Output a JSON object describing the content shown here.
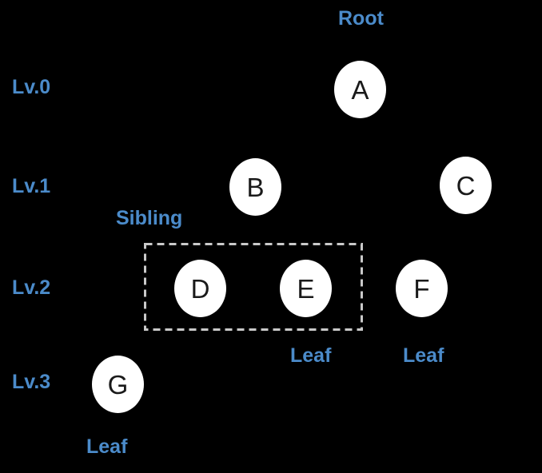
{
  "diagram": {
    "type": "tree",
    "root_label": "Root",
    "sibling_label": "Sibling",
    "levels": [
      {
        "label": "Lv.0"
      },
      {
        "label": "Lv.1"
      },
      {
        "label": "Lv.2"
      },
      {
        "label": "Lv.3"
      }
    ],
    "nodes": [
      {
        "id": "A",
        "label": "A",
        "level": "Lv.0"
      },
      {
        "id": "B",
        "label": "B",
        "level": "Lv.1"
      },
      {
        "id": "C",
        "label": "C",
        "level": "Lv.1"
      },
      {
        "id": "D",
        "label": "D",
        "level": "Lv.2"
      },
      {
        "id": "E",
        "label": "E",
        "level": "Lv.2"
      },
      {
        "id": "F",
        "label": "F",
        "level": "Lv.2"
      },
      {
        "id": "G",
        "label": "G",
        "level": "Lv.3"
      }
    ],
    "sibling_box_nodes": [
      "D",
      "E"
    ],
    "leaf_labels": [
      {
        "text": "Leaf",
        "near_node": "E"
      },
      {
        "text": "Leaf",
        "near_node": "F"
      },
      {
        "text": "Leaf",
        "near_node": "G"
      }
    ]
  },
  "colors": {
    "background": "#000000",
    "node_fill": "#ffffff",
    "node_text": "#1a1a1a",
    "label_blue": "#4b8bca",
    "dashed_box": "#c9c9c9"
  }
}
